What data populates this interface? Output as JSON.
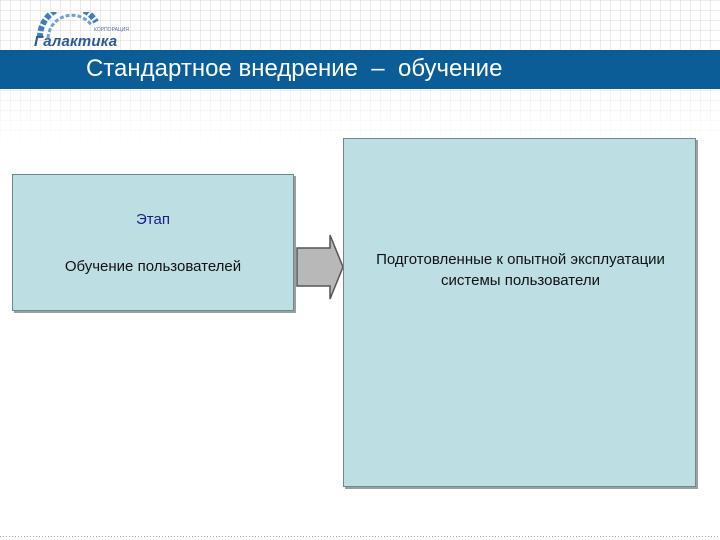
{
  "logo": {
    "text": "Галактика",
    "subtext": "КОРПОРАЦИЯ"
  },
  "slide": {
    "title": "Стандартное внедрение  –  обучение"
  },
  "stage": {
    "label": "Этап",
    "text": "Обучение пользователей"
  },
  "result": {
    "text": "Подготовленные к опытной эксплуатации системы пользователи"
  },
  "colors": {
    "title_bar": "#0b5d98",
    "box_fill": "#bddfe3",
    "arrow_fill": "#b8b8b8",
    "stage_label": "#1a1a8c"
  }
}
